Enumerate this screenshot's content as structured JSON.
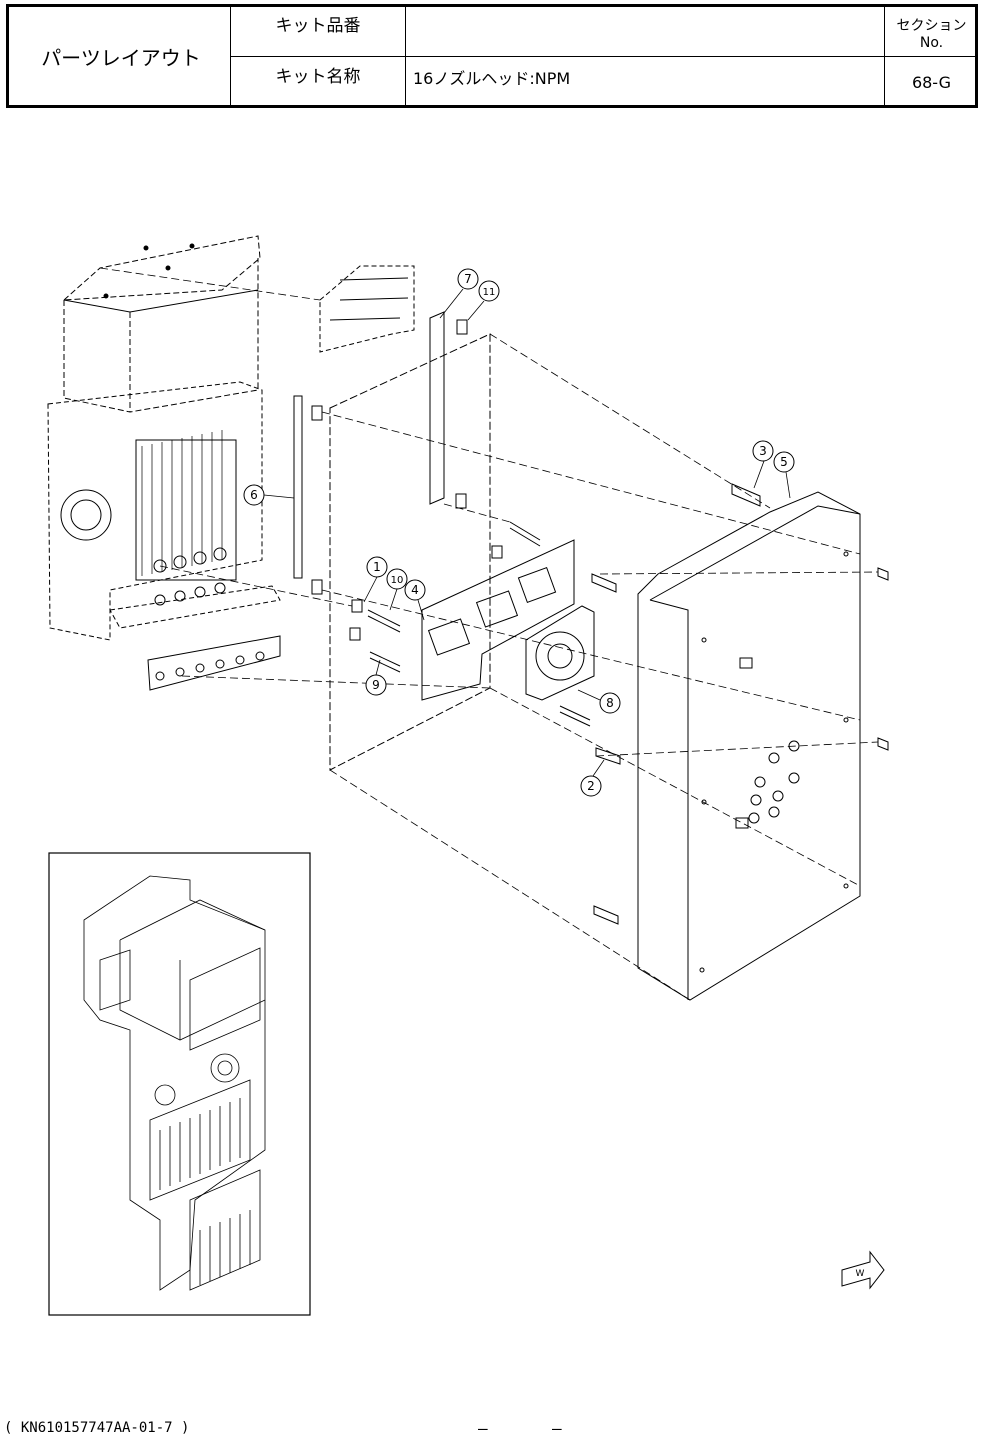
{
  "header": {
    "title": "パーツレイアウト",
    "kit_number_label": "キット品番",
    "kit_number_value": "",
    "kit_name_label": "キット名称",
    "kit_name_value": "16ノズルヘッド:NPM",
    "section_label": "セクションNo.",
    "section_value": "68-G"
  },
  "callouts": {
    "c1": "1",
    "c2": "2",
    "c3": "3",
    "c4": "4",
    "c5": "5",
    "c6": "6",
    "c7": "7",
    "c8": "8",
    "c9": "9",
    "c10": "10",
    "c11": "11"
  },
  "view_marker": "W",
  "footer": {
    "doc_id": "( KN610157747AA-01-7 )",
    "dash1": "–",
    "dash2": "–"
  }
}
